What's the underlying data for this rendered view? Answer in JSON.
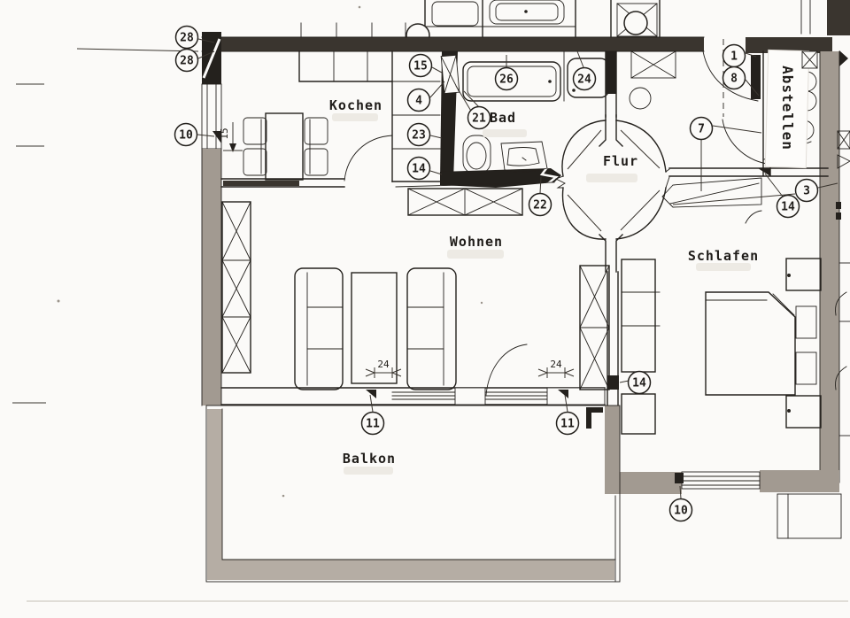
{
  "rooms": {
    "kitchen": "Kochen",
    "bath": "Bad",
    "hall": "Flur",
    "storage": "Abstellen",
    "living": "Wohnen",
    "bedroom": "Schlafen",
    "balcony": "Balkon"
  },
  "markers": [
    {
      "id": "shutter-box-upper",
      "value": "28"
    },
    {
      "id": "shutter-box-lower",
      "value": "28"
    },
    {
      "id": "kitchen-window",
      "value": "10"
    },
    {
      "id": "kitchen-counter-1",
      "value": "15"
    },
    {
      "id": "kitchen-counter-2",
      "value": "4"
    },
    {
      "id": "kitchen-counter-3",
      "value": "23"
    },
    {
      "id": "kitchen-counter-4",
      "value": "14"
    },
    {
      "id": "bathtub",
      "value": "26"
    },
    {
      "id": "washbasin",
      "value": "24"
    },
    {
      "id": "bath-wall",
      "value": "21"
    },
    {
      "id": "living-wall",
      "value": "22"
    },
    {
      "id": "entry-door-1",
      "value": "1"
    },
    {
      "id": "entry-door-8",
      "value": "8"
    },
    {
      "id": "hall-storage-door",
      "value": "7"
    },
    {
      "id": "bedroom-rack",
      "value": "3"
    },
    {
      "id": "bedroom-wall-wedge",
      "value": "14"
    },
    {
      "id": "bedroom-wardrobe",
      "value": "14"
    },
    {
      "id": "balcony-door-left",
      "value": "11"
    },
    {
      "id": "balcony-door-right",
      "value": "11"
    },
    {
      "id": "bedroom-window",
      "value": "10"
    }
  ],
  "dims": [
    {
      "id": "table-clearance",
      "value": "15"
    },
    {
      "id": "pier-left",
      "value": "24"
    },
    {
      "id": "pier-right",
      "value": "24"
    }
  ],
  "colors": {
    "paper": "#fbfaf8",
    "ink": "#24211d",
    "wall_dark": "#3a352f",
    "wall_hatch_gray": "#a29a91",
    "balcony_gray": "#b5ada4"
  }
}
